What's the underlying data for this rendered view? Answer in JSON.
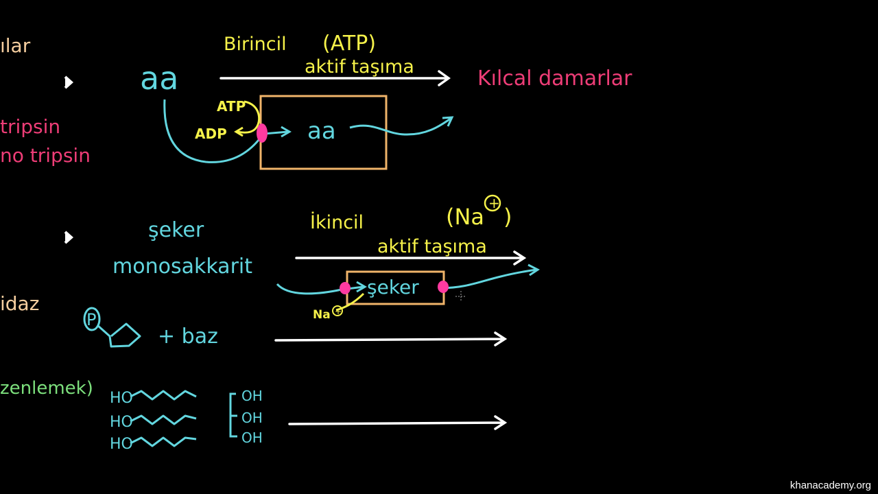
{
  "colors": {
    "background": "#000000",
    "yellow": "#f6f24a",
    "cyan": "#62d6df",
    "pink": "#ee3d77",
    "orange": "#f0b46a",
    "peach": "#f7cfa0",
    "green": "#7de07d",
    "white": "#ffffff",
    "magenta_dot": "#ff3aa0"
  },
  "left_edge": {
    "lar": "ılar",
    "tripsin": "tripsin",
    "kimotripsin": "no tripsin",
    "idaz": "idaz",
    "duzenlemek": "zenlemek)"
  },
  "primary": {
    "title": "Birincil",
    "atp_paren": "(ATP)",
    "subtitle": "aktif taşıma",
    "aa_left": "aa",
    "aa_in_cell": "aa",
    "atp_label": "ATP",
    "adp_label": "ADP",
    "destination": "Kılcal damarlar"
  },
  "secondary": {
    "title": "İkincil",
    "na_paren": "(Na",
    "na_paren_close": ")",
    "na_charge": "+",
    "subtitle": "aktif taşıma",
    "seker": "şeker",
    "monosakkarit": "monosakkarit",
    "seker_in_cell": "şeker",
    "na_label": "Na",
    "na_label_charge": "+"
  },
  "nucleotide": {
    "phosphate": "P",
    "plus_baz": "+ baz"
  },
  "lipid": {
    "ho_1": "HO",
    "ho_2": "HO",
    "ho_3": "HO",
    "oh_1": "OH",
    "oh_2": "OH",
    "oh_3": "OH"
  },
  "watermark": "khanacademy.org"
}
